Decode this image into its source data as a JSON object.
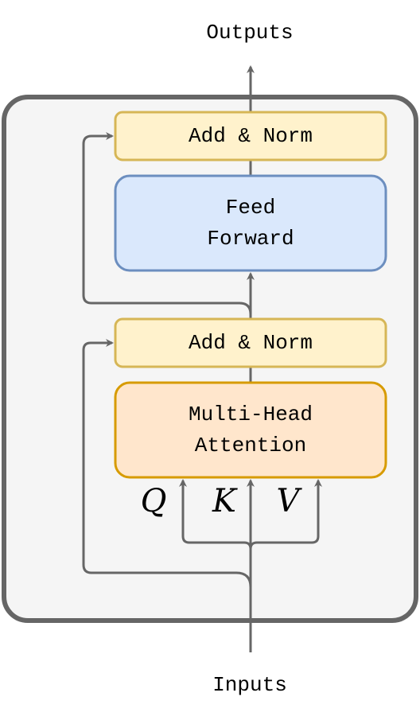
{
  "labels": {
    "outputs": "Outputs",
    "inputs": "Inputs"
  },
  "blocks": {
    "add_norm_top": "Add & Norm",
    "feed_forward_line1": "Feed",
    "feed_forward_line2": "Forward",
    "add_norm_bottom": "Add & Norm",
    "attention_line1": "Multi-Head",
    "attention_line2": "Attention"
  },
  "attention_inputs": {
    "q": "Q",
    "k": "K",
    "v": "V"
  },
  "colors": {
    "stroke": "#666666",
    "container_fill": "#f5f5f5",
    "add_norm_fill": "#fff2cc",
    "add_norm_stroke": "#d6b656",
    "feed_forward_fill": "#dae8fc",
    "feed_forward_stroke": "#6c8ebf",
    "attention_fill": "#ffe6cc",
    "attention_stroke": "#d79b00"
  }
}
